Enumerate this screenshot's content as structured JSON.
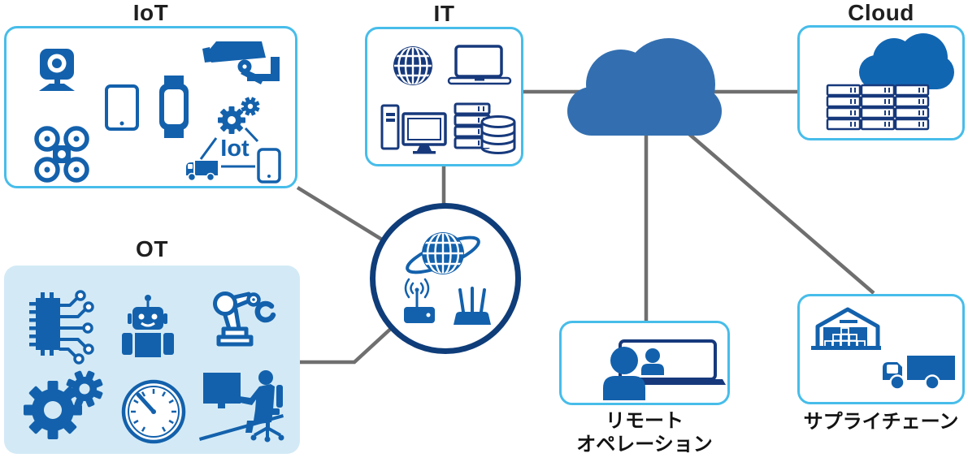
{
  "palette": {
    "box_border": "#47bdea",
    "ot_background": "#d3eaf6",
    "icon_blue": "#1361ac",
    "icon_navy": "#17397c",
    "hub_ring": "#0f3d7a",
    "center_cloud_fill": "#336fb0",
    "cloud_icon_fill": "#1166b2",
    "connector_gray": "#6f6f6f",
    "title_text": "#1f1f1f"
  },
  "groups": {
    "iot": {
      "title": "IoT",
      "hub_label": "Iot",
      "icons": [
        "webcam-icon",
        "security-camera-icon",
        "tablet-icon",
        "smartwatch-icon",
        "drone-icon",
        "gears-icon",
        "truck-icon",
        "smartphone-icon"
      ]
    },
    "it": {
      "title": "IT",
      "icons": [
        "globe-icon",
        "laptop-icon",
        "desktop-pc-icon",
        "server-database-icon"
      ]
    },
    "cloud": {
      "title": "Cloud",
      "icons": [
        "cloud-icon",
        "server-rack-icon"
      ]
    },
    "ot": {
      "title": "OT",
      "icons": [
        "circuit-chip-icon",
        "robot-icon",
        "robot-arm-icon",
        "gears-icon",
        "gauge-icon",
        "operator-workstation-icon"
      ]
    },
    "hub": {
      "icons": [
        "globe-orbit-icon",
        "wifi-modem-icon",
        "router-icon"
      ]
    },
    "remote_operation": {
      "label_line1": "リモート",
      "label_line2": "オペレーション",
      "icons": [
        "video-call-icon"
      ]
    },
    "supply_chain": {
      "label": "サプライチェーン",
      "icons": [
        "warehouse-icon",
        "truck-icon"
      ]
    }
  }
}
